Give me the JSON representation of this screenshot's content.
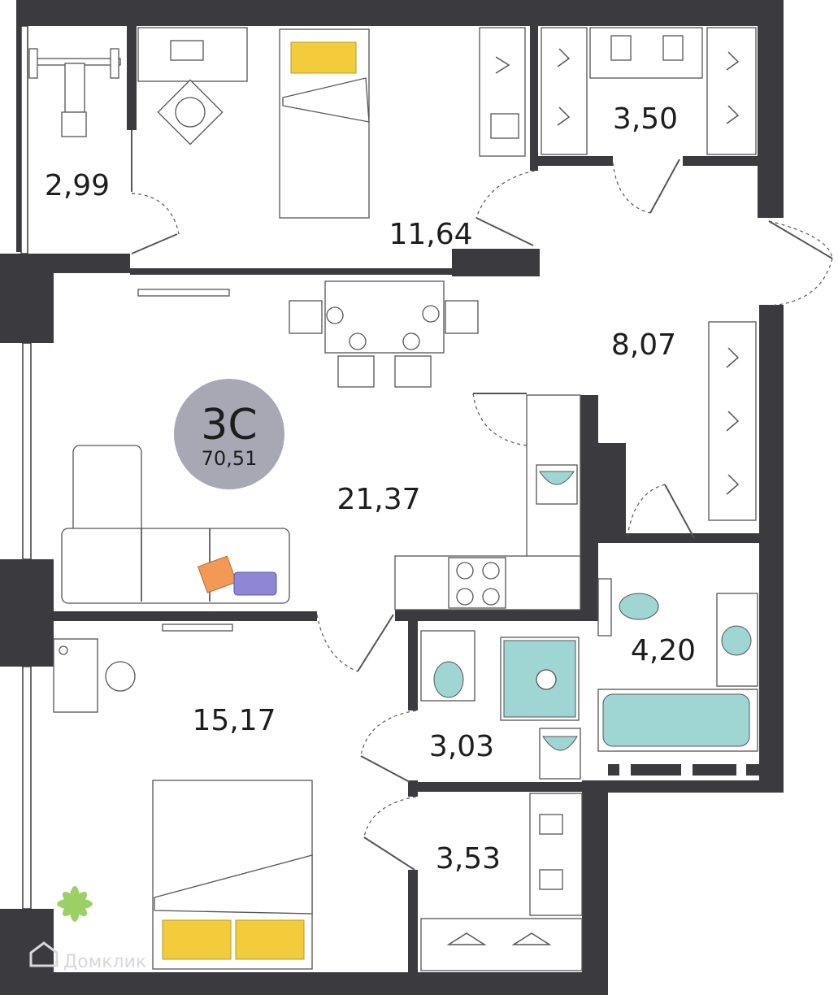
{
  "badge": {
    "code": "3С",
    "area": "70,51",
    "color": "#a7a8b4"
  },
  "rooms": {
    "balcony": "2,99",
    "bedroom_top": "11,64",
    "wardrobe_top": "3,50",
    "hall": "8,07",
    "living": "21,37",
    "bedroom_bottom": "15,17",
    "bathroom": "4,20",
    "wc": "3,03",
    "storage": "3,53"
  },
  "watermark": {
    "text": "Домклик"
  },
  "colors": {
    "wall": "#3b3b3f",
    "water": "#9fd6d4",
    "pillow": "#f3cc3c",
    "cushion_orange": "#f29a55",
    "cushion_purple": "#8f86d6",
    "plant": "#9bd064"
  }
}
